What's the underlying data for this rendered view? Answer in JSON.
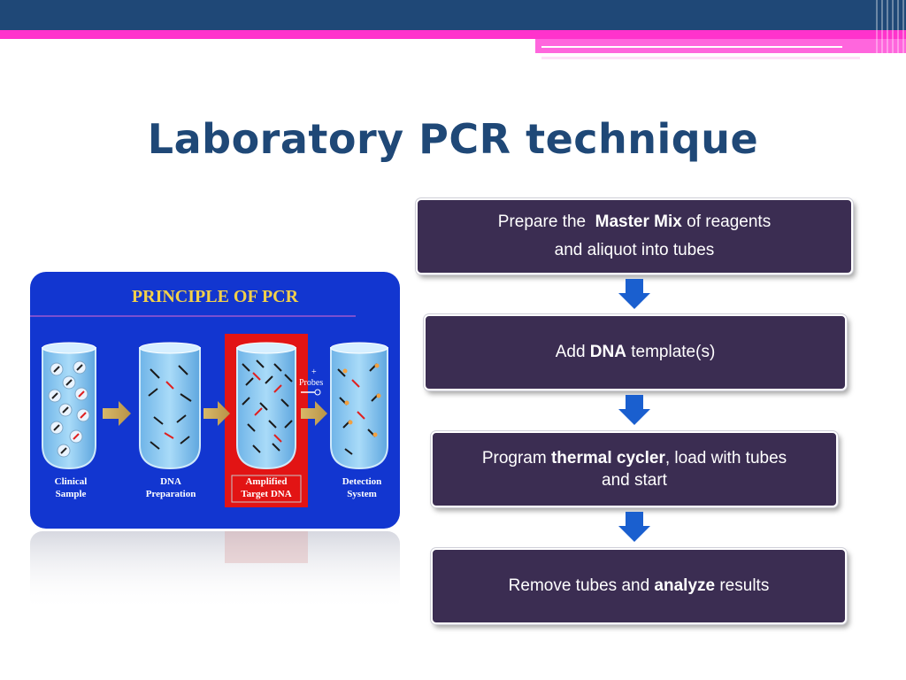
{
  "slide": {
    "title": "Laboratory PCR technique"
  },
  "figure": {
    "heading": "PRINCIPLE OF PCR",
    "tubes": [
      {
        "label_1": "Clinical",
        "label_2": "Sample"
      },
      {
        "label_1": "DNA",
        "label_2": "Preparation"
      },
      {
        "label_1": "Amplified",
        "label_2": "Target DNA"
      },
      {
        "label_1": "Detection",
        "label_2": "System"
      }
    ],
    "probe_plus": "+",
    "probe_label": "Probes"
  },
  "steps": [
    {
      "pre": "Prepare the  ",
      "bold": "Master Mix",
      "post": " of reagents",
      "line2": "and aliquot into tubes"
    },
    {
      "pre": "Add ",
      "bold": "DNA",
      "post": " template(s)"
    },
    {
      "pre": "Program ",
      "bold": "thermal cycler",
      "post": ", load with tubes",
      "line2": "and start"
    },
    {
      "pre": "Remove tubes and ",
      "bold": "analyze",
      "post": " results"
    }
  ],
  "colors": {
    "banner": "#1f4877",
    "accent_pink": "#ff33cc",
    "step_box": "#3b2d52",
    "arrow": "#1a5fcf",
    "figure_bg": "#1236d0"
  }
}
